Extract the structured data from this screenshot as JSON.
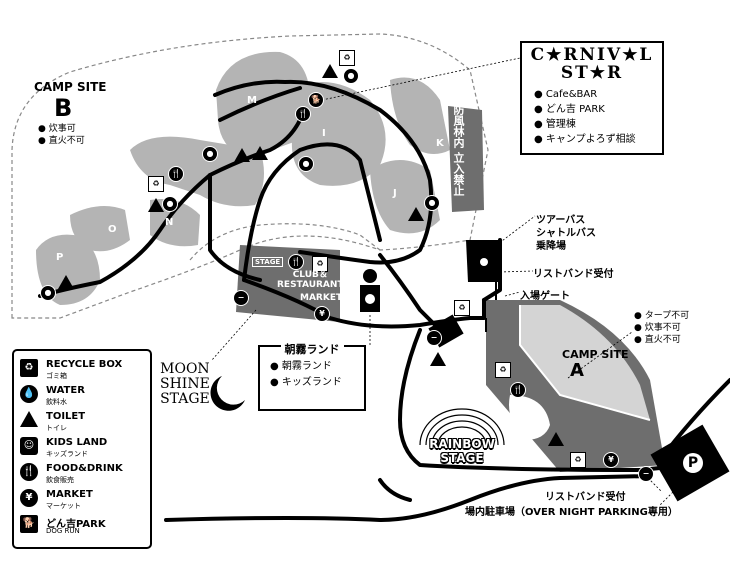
{
  "camp_b": {
    "title": "CAMP SITE",
    "letter": "B",
    "notes": [
      "炊事可",
      "直火不可"
    ]
  },
  "carnival_star": {
    "logo_line1": "C★RNIV★L",
    "logo_line2": "ST★R",
    "items": [
      "Cafe&BAR",
      "どん吉 PARK",
      "管理棟",
      "キャンプよろず相談"
    ]
  },
  "windbreak": "防風林内 立入禁止",
  "bus": [
    "ツアーバス",
    "シャトルバス",
    "乗降場"
  ],
  "wristband_top": "リストバンド受付",
  "entrance_gate": "入場ゲート",
  "camp_a": {
    "title": "CAMP SITE",
    "letter": "A",
    "notes": [
      "タープ不可",
      "炊事不可",
      "直火不可"
    ]
  },
  "club": {
    "stage": "STAGE",
    "club_line1": "CLUB＆",
    "club_line2": "RESTAURANT",
    "market": "MARKET"
  },
  "asagiri": {
    "title": "朝霧ランド",
    "items": [
      "朝霧ランド",
      "キッズランド"
    ]
  },
  "moon_shine": [
    "MOON",
    "SHINE",
    "STAGE"
  ],
  "rainbow": [
    "RAINBOW",
    "STAGE"
  ],
  "wristband_bottom": "リストバンド受付",
  "parking_note": "場内駐車場（OVER NIGHT PARKING専用）",
  "parking_symbol": "P",
  "zones": [
    "M",
    "I",
    "K",
    "J",
    "O",
    "N",
    "P"
  ],
  "legend": [
    {
      "title": "RECYCLE BOX",
      "sub": "ゴミ箱",
      "icon": "recycle-icon",
      "glyph": "♻"
    },
    {
      "title": "WATER",
      "sub": "飲料水",
      "icon": "water-icon",
      "glyph": "💧"
    },
    {
      "title": "TOILET",
      "sub": "トイレ",
      "icon": "toilet-icon",
      "glyph": "⛺"
    },
    {
      "title": "KIDS LAND",
      "sub": "キッズランド",
      "icon": "kids-icon",
      "glyph": "☺"
    },
    {
      "title": "FOOD&DRINK",
      "sub": "飲食販売",
      "icon": "food-icon",
      "glyph": "🍴"
    },
    {
      "title": "MARKET",
      "sub": "マーケット",
      "icon": "market-icon",
      "glyph": "¥"
    },
    {
      "title": "どん吉PARK",
      "sub": "DOG RUN",
      "icon": "dog-icon",
      "glyph": "🐕"
    }
  ],
  "icon_glyphs": {
    "recycle": "♻",
    "water": "●",
    "food": "🍴",
    "market": "¥",
    "kids": "☺"
  },
  "colors": {
    "zone_gray": "#b4b4b4",
    "dark_gray": "#6e6e6e",
    "campa_light": "#d4d4d4",
    "road": "#000000"
  }
}
